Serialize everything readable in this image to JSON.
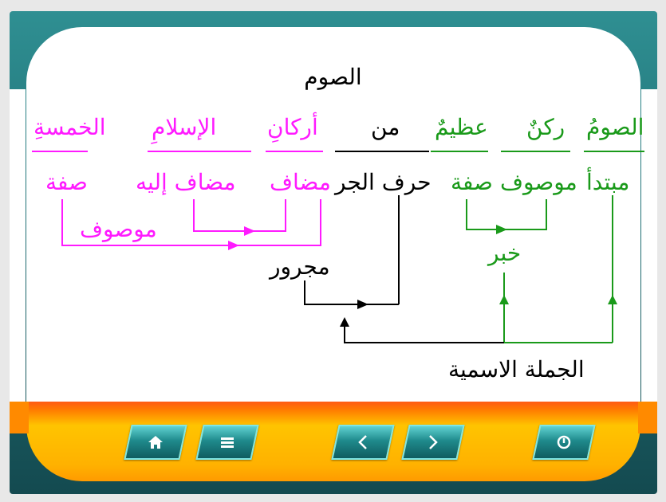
{
  "title": "الصوم",
  "sentence": {
    "w1": "الصومُ",
    "w2": "ركنٌ",
    "w3": "عظيمٌ",
    "w4": "من",
    "w5": "أركانِ",
    "w6": "الإسلامِ",
    "w7": "الخمسةِ"
  },
  "roles": {
    "mubtada": "مبتدأ",
    "mawsuf1": "موصوف",
    "sifa1": "صفة",
    "harf": "حرف الجر",
    "mudaf1": "مضاف",
    "mudaf2": "مضاف إليه",
    "sifa2": "صفة"
  },
  "labels": {
    "mawsuf2": "موصوف",
    "khabar": "خبر",
    "majrur": "مجرور",
    "jumla": "الجملة الاسمية"
  },
  "colors": {
    "green": "#1a9a1a",
    "magenta": "#ff1aff",
    "black": "#000000"
  },
  "nav": {
    "home": "home-icon",
    "menu": "menu-icon",
    "prev": "chevron-left-icon",
    "next": "chevron-right-icon",
    "exit": "power-icon"
  }
}
